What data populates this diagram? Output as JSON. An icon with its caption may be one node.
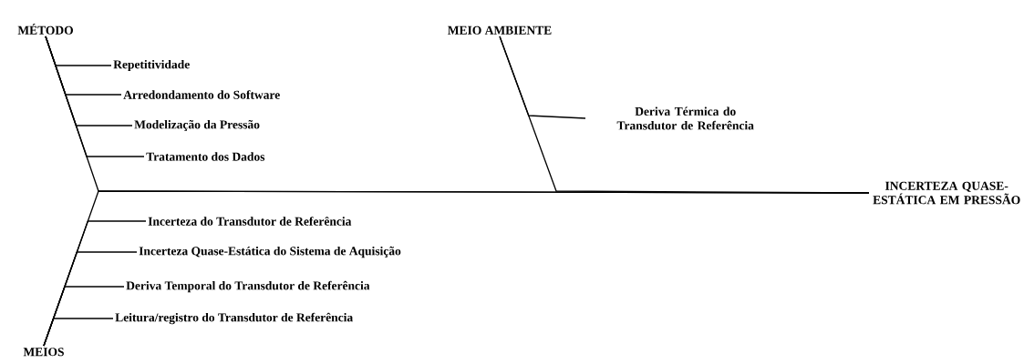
{
  "diagram": {
    "nodes": [
      {
        "text": [
          "MÉTODO"
        ]
      },
      {
        "text": [
          "Repetitividade"
        ]
      },
      {
        "text": [
          "Arredondamento do Software"
        ]
      },
      {
        "text": [
          "Modelização da Pressão"
        ]
      },
      {
        "text": [
          "Tratamento dos Dados"
        ]
      },
      {
        "text": [
          "MEIO AMBIENTE"
        ]
      },
      {
        "text": [
          "Deriva Térmica do Transdutor de Referência"
        ]
      },
      {
        "text": [
          "INCERTEZA QUASE-ESTÁTICA EM PRESSÃO"
        ]
      },
      {
        "text": [
          "MEIOS"
        ]
      },
      {
        "text": [
          "Incerteza do Transdutor de Referência"
        ]
      },
      {
        "text": [
          "Incerteza Quase-Estática do Sistema de Aquisição"
        ]
      },
      {
        "text": [
          "Deriva Temporal do Transdutor de Referência"
        ]
      },
      {
        "text": [
          "Leitura/registro do Transdutor de Referência"
        ]
      }
    ],
    "edges": [
      {
        "from": 0,
        "to": 7,
        "arrow": "none"
      },
      {
        "from": 5,
        "to": 7,
        "arrow": "none"
      },
      {
        "from": 8,
        "to": 7,
        "arrow": "none"
      },
      {
        "from": 1,
        "to": 0,
        "arrow": "none"
      },
      {
        "from": 2,
        "to": 0,
        "arrow": "none"
      },
      {
        "from": 3,
        "to": 0,
        "arrow": "none"
      },
      {
        "from": 4,
        "to": 0,
        "arrow": "none"
      },
      {
        "from": 6,
        "to": 5,
        "arrow": "none"
      },
      {
        "from": 9,
        "to": 8,
        "arrow": "none"
      },
      {
        "from": 10,
        "to": 8,
        "arrow": "none"
      },
      {
        "from": 11,
        "to": 8,
        "arrow": "none"
      },
      {
        "from": 12,
        "to": 8,
        "arrow": "none"
      }
    ]
  }
}
